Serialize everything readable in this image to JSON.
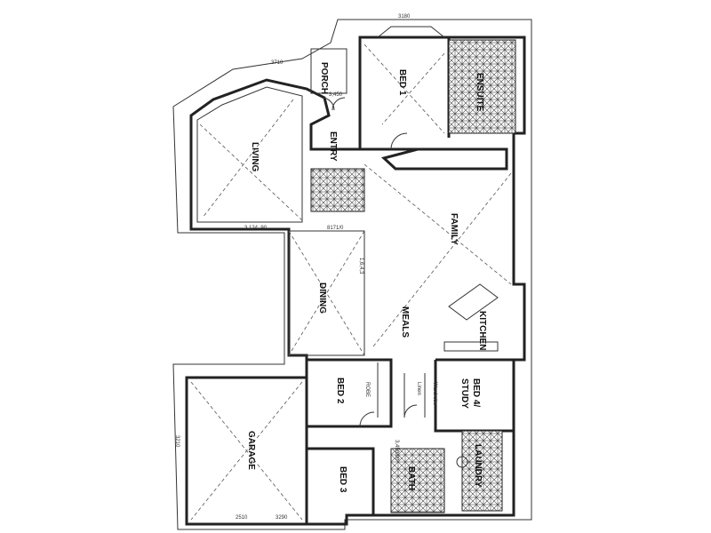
{
  "rooms": {
    "porch": "PORCH",
    "bed1": "BED 1",
    "ensuite": "ENSUITE",
    "living": "LIVING",
    "entry": "ENTRY",
    "family": "FAMILY",
    "dining": "DINING",
    "meals": "MEALS",
    "kitchen": "KITCHEN",
    "bed4": "BED 4/",
    "study": "STUDY",
    "bed2": "BED 2",
    "garage": "GARAGE",
    "bed3": "BED 3",
    "bath": "BATH",
    "laundry": "LAUNDRY",
    "robe": "ROBE",
    "wardrobe": "Wardrobe",
    "linen": "Linen"
  },
  "dimensions": {
    "d1": "3180",
    "d2": "3,450",
    "d3": "3710",
    "d4": "3,124_90",
    "d5": "8171/0",
    "d6": "1,6,4,3",
    "d7": "3,450,00",
    "d8": "3210",
    "d9": "3290",
    "d10": "2510"
  },
  "colors": {
    "line": "#222222",
    "paper": "#ffffff"
  }
}
